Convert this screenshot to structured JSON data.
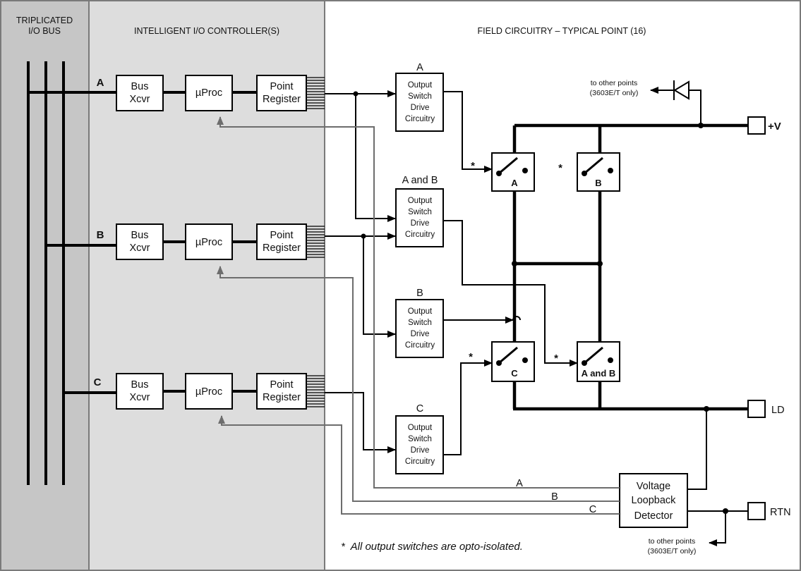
{
  "headers": {
    "bus": [
      "TRIPLICATED",
      "I/O BUS"
    ],
    "controller": "INTELLIGENT I/O CONTROLLER(S)",
    "field": "FIELD CIRCUITRY – TYPICAL POINT (16)"
  },
  "channels": [
    {
      "letter": "A",
      "xcvr": [
        "Bus",
        "Xcvr"
      ],
      "proc": "µProc",
      "reg": [
        "Point",
        "Register"
      ]
    },
    {
      "letter": "B",
      "xcvr": [
        "Bus",
        "Xcvr"
      ],
      "proc": "µProc",
      "reg": [
        "Point",
        "Register"
      ]
    },
    {
      "letter": "C",
      "xcvr": [
        "Bus",
        "Xcvr"
      ],
      "proc": "µProc",
      "reg": [
        "Point",
        "Register"
      ]
    }
  ],
  "drivers": [
    {
      "title": "A",
      "lines": [
        "Output",
        "Switch",
        "Drive",
        "Circuitry"
      ]
    },
    {
      "title": "A  and  B",
      "lines": [
        "Output",
        "Switch",
        "Drive",
        "Circuitry"
      ]
    },
    {
      "title": "B",
      "lines": [
        "Output",
        "Switch",
        "Drive",
        "Circuitry"
      ]
    },
    {
      "title": "C",
      "lines": [
        "Output",
        "Switch",
        "Drive",
        "Circuitry"
      ]
    }
  ],
  "switches": [
    {
      "label": "A"
    },
    {
      "label": "B"
    },
    {
      "label": "C"
    },
    {
      "label": "A and B"
    }
  ],
  "asterisk": "*",
  "terminals": {
    "v_plus": "+V",
    "ld": "LD",
    "rtn": "RTN"
  },
  "other_points_top": [
    "to other points",
    "(3603E/T only)"
  ],
  "other_points_bottom": [
    "to other points",
    "(3603E/T only)"
  ],
  "detector": [
    "Voltage",
    "Loopback",
    "Detector"
  ],
  "feedback_labels": [
    "A",
    "B",
    "C"
  ],
  "footnote": "*  All output switches are opto-isolated.",
  "colors": {
    "bus_panel": "#c6c6c6",
    "controller_panel": "#dddddd",
    "feedback_line": "#6d6d6d"
  }
}
